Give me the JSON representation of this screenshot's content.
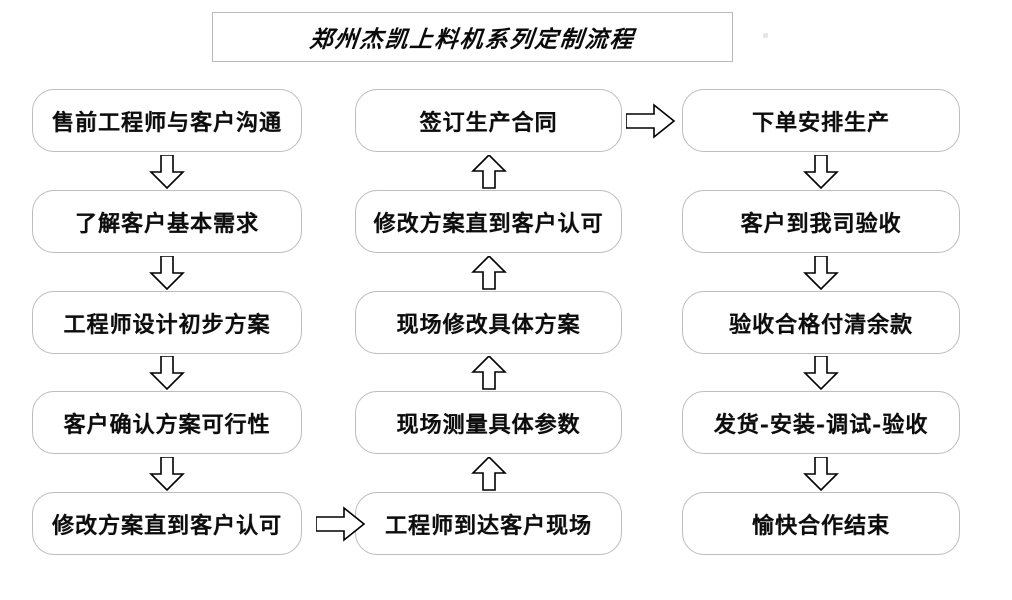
{
  "document": {
    "title": "郑州杰凯上料机系列定制流程",
    "border_color": "#b9b9b9",
    "node_border_color": "#bdbdbd",
    "text_color": "#0d0d0d",
    "background": "#ffffff"
  },
  "columns": [
    {
      "id": "left",
      "flow_direction": "down",
      "nodes": [
        {
          "label": "售前工程师与客户沟通"
        },
        {
          "label": "了解客户基本需求"
        },
        {
          "label": "工程师设计初步方案"
        },
        {
          "label": "客户确认方案可行性"
        },
        {
          "label": "修改方案直到客户认可"
        }
      ]
    },
    {
      "id": "middle",
      "flow_direction": "up",
      "nodes": [
        {
          "label": "签订生产合同"
        },
        {
          "label": "修改方案直到客户认可"
        },
        {
          "label": "现场修改具体方案"
        },
        {
          "label": "现场测量具体参数"
        },
        {
          "label": "工程师到达客户现场"
        }
      ]
    },
    {
      "id": "right",
      "flow_direction": "down",
      "nodes": [
        {
          "label": "下单安排生产"
        },
        {
          "label": "客户到我司验收"
        },
        {
          "label": "验收合格付清余款"
        },
        {
          "label": "发货-安装-调试-验收"
        },
        {
          "label": "愉快合作结束"
        }
      ]
    }
  ],
  "connectors": {
    "left_down": "arrow-down",
    "middle_up": "arrow-up",
    "right_down": "arrow-down",
    "left_to_middle": "arrow-right",
    "middle_to_right": "arrow-right"
  }
}
